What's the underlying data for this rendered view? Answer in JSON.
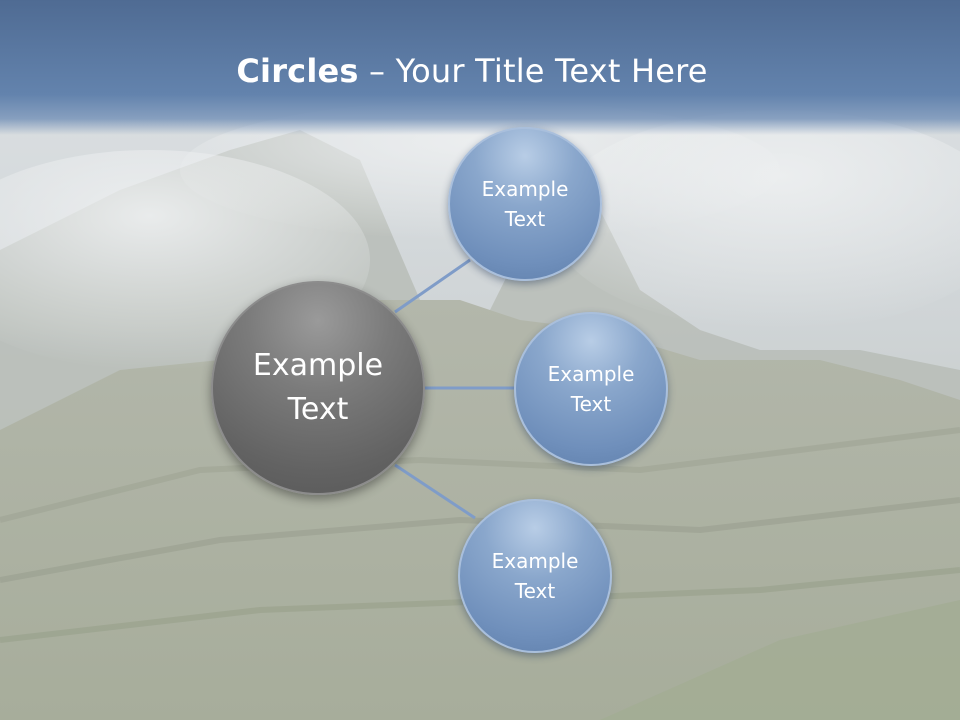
{
  "title": {
    "bold": "Circles",
    "rest": " – Your Title Text Here"
  },
  "center_node": {
    "label": "Example Text"
  },
  "satellite_nodes": [
    {
      "label": "Example Text"
    },
    {
      "label": "Example Text"
    },
    {
      "label": "Example Text"
    }
  ],
  "colors": {
    "title_band": "#5b79a3",
    "satellite_fill": "#7f9cc4",
    "center_fill": "#6e6e6e",
    "connector": "#7f9cc8"
  }
}
